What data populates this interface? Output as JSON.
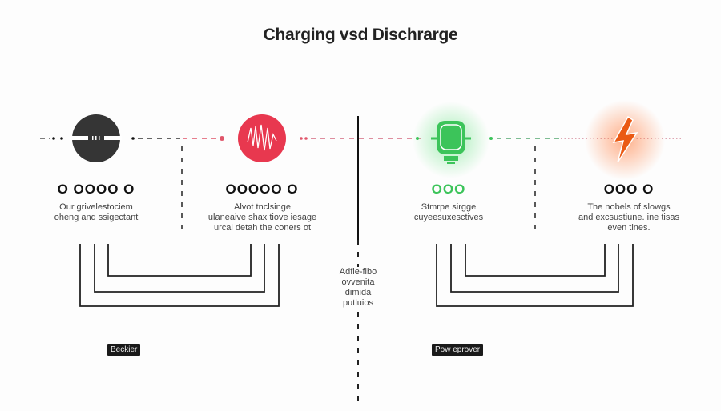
{
  "title": "Charging vsd Dischrarge",
  "nodes": [
    {
      "id": "dark",
      "dots": "O OOOO O",
      "text": [
        "Our grivelestociem",
        "oheng and ssigectant"
      ],
      "color": "#333333"
    },
    {
      "id": "red",
      "dots": "OOOOO O",
      "text": [
        "Alvot tnclsinge",
        "ulaneaive shax tiove iesage",
        "urcai detah the coners ot"
      ],
      "color": "#e8384f"
    },
    {
      "id": "green",
      "dots": "OOO",
      "text": [
        "Stmrpe sirgge",
        "cuyeesuxesctives"
      ],
      "color": "#3cc45a"
    },
    {
      "id": "orange",
      "dots": "OOO O",
      "text": [
        "The nobels of slowgs",
        "and excsustiune. ine tisas",
        "even tines."
      ],
      "color": "#f06a22"
    }
  ],
  "center_note": [
    "Adfie-fibo",
    "ovvenita",
    "dimida",
    "putluios"
  ],
  "labels": {
    "left": "Beckier",
    "right": "Pow eprover"
  }
}
